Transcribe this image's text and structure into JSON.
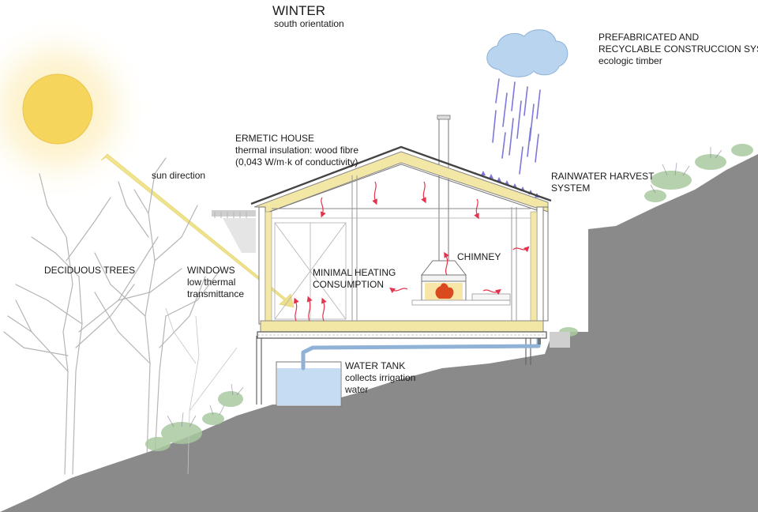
{
  "title": "WINTER",
  "subtitle": "south orientation",
  "labels": {
    "prefab": [
      "PREFABRICATED AND",
      "RECYCLABLE CONSTRUCCION SYSTEM",
      "ecologic timber"
    ],
    "ermetic": [
      "ERMETIC HOUSE",
      "thermal insulation: wood fibre",
      "(0,043 W/m·k of conductivity)"
    ],
    "sun_direction": "sun direction",
    "rainwater": [
      "RAINWATER HARVEST",
      "SYSTEM"
    ],
    "deciduous": "DECIDUOUS TREES",
    "windows": [
      "WINDOWS",
      "low thermal",
      "transmittance"
    ],
    "minimal": [
      "MINIMAL HEATING",
      "CONSUMPTION"
    ],
    "chimney": "CHIMNEY",
    "water_tank": [
      "WATER TANK",
      "collects irrigation",
      "water"
    ]
  },
  "colors": {
    "sun": "#f6d55c",
    "sun_glow": "#fbe9a0",
    "sun_ray": "#efe08a",
    "insulation": "#f3e7a6",
    "heat_arrows": "#e4334c",
    "rain": "#7d78d9",
    "cloud": "#b9d4ee",
    "ground": "#8a8a8a",
    "water": "#c6dcf2",
    "fire": "#d94a1f"
  }
}
